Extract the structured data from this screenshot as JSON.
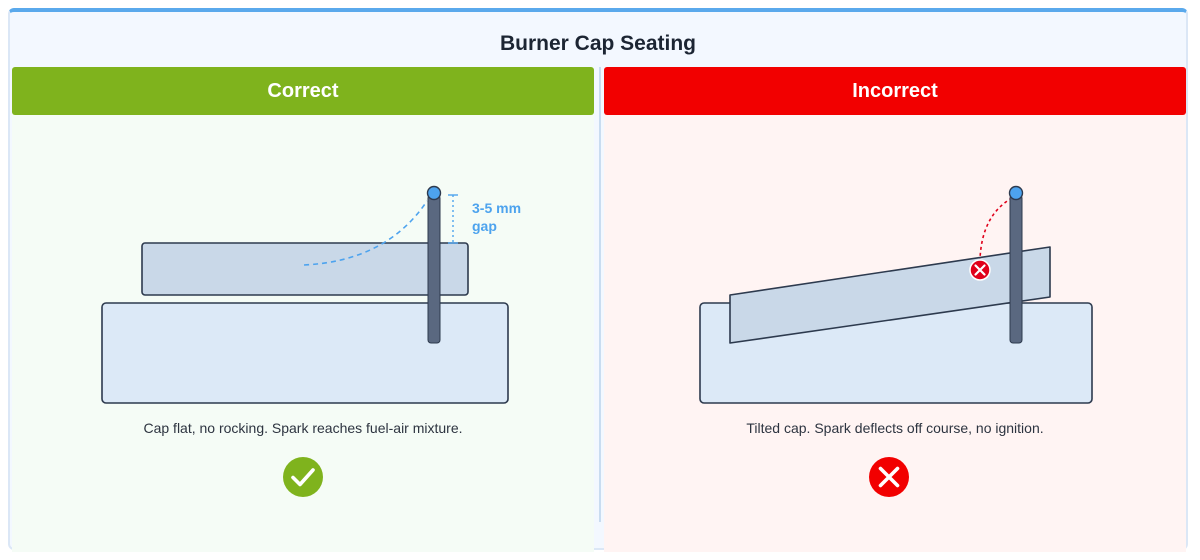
{
  "title": "Burner Cap Seating",
  "panels": {
    "correct": {
      "label": "Correct",
      "caption": "Cap flat, no rocking. Spark reaches fuel-air mixture.",
      "gap_label_line1": "3-5 mm",
      "gap_label_line2": "gap",
      "badge_icon": "check-circle-icon",
      "accent_color": "#7fb31d"
    },
    "incorrect": {
      "label": "Incorrect",
      "caption": "Tilted cap. Spark deflects off course, no ignition.",
      "badge_icon": "x-circle-icon",
      "accent_color": "#f20000"
    }
  },
  "colors": {
    "spark": "#4da3ee",
    "deflected_spark": "#e0001a",
    "cap_fill": "#c9d8e8",
    "base_fill": "#dce9f7",
    "outline": "#2d3a4e",
    "electrode": "#5a6880"
  }
}
